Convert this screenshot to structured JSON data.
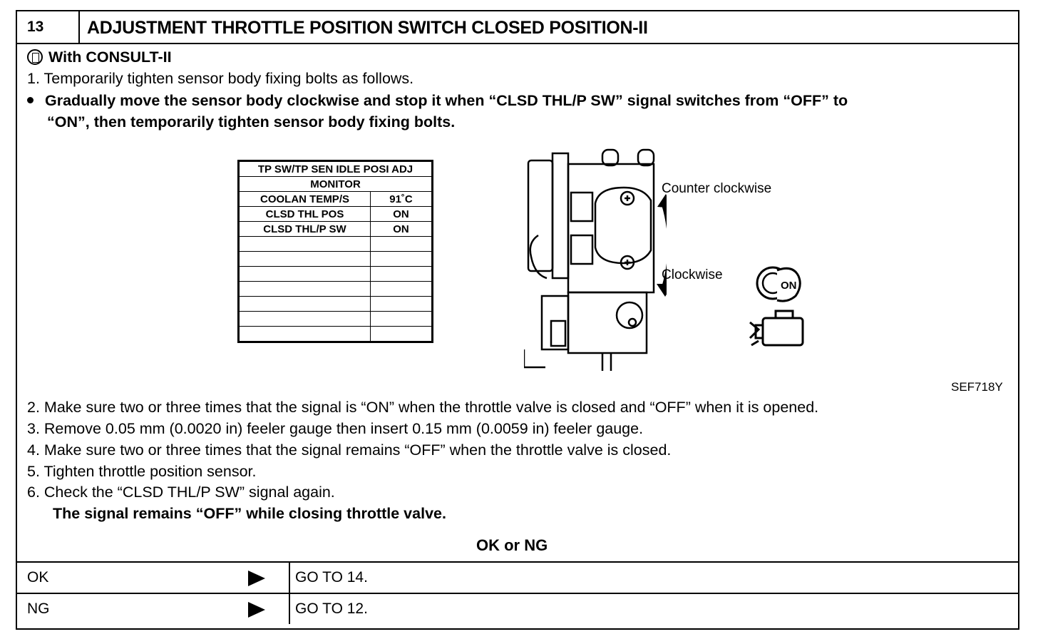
{
  "header": {
    "number": "13",
    "title": "ADJUSTMENT THROTTLE POSITION SWITCH CLOSED POSITION-II"
  },
  "with_consult": "With CONSULT-II",
  "step1": "1.  Temporarily tighten sensor body fixing bolts as follows.",
  "bullet_line1": "Gradually move the sensor body clockwise and stop it when “CLSD THL/P SW” signal switches from “OFF” to",
  "bullet_line2": "“ON”, then temporarily tighten sensor body fixing bolts.",
  "monitor": {
    "title": "TP SW/TP SEN IDLE POSI ADJ",
    "subtitle": "MONITOR",
    "rows": [
      {
        "label": "COOLAN TEMP/S",
        "value": "91˚C"
      },
      {
        "label": "CLSD THL POS",
        "value": "ON"
      },
      {
        "label": "CLSD THL/P SW",
        "value": "ON"
      }
    ]
  },
  "figure": {
    "counter_clockwise": "Counter clockwise",
    "clockwise": "Clockwise",
    "key_label": "ON",
    "code": "SEF718Y"
  },
  "steps": [
    "2.  Make sure two or three times that the signal is “ON” when the throttle valve is closed and “OFF” when it is opened.",
    "3.  Remove 0.05 mm (0.0020 in) feeler gauge then insert 0.15 mm (0.0059 in) feeler gauge.",
    "4.  Make sure two or three times that the signal remains “OFF” when the throttle valve is closed.",
    "5.  Tighten throttle position sensor.",
    "6.  Check the “CLSD THL/P SW” signal again."
  ],
  "result_note": "The signal remains “OFF” while closing throttle valve.",
  "ok_ng": "OK or NG",
  "outcomes": [
    {
      "label": "OK",
      "action": "GO TO 14."
    },
    {
      "label": "NG",
      "action": "GO TO 12."
    }
  ]
}
